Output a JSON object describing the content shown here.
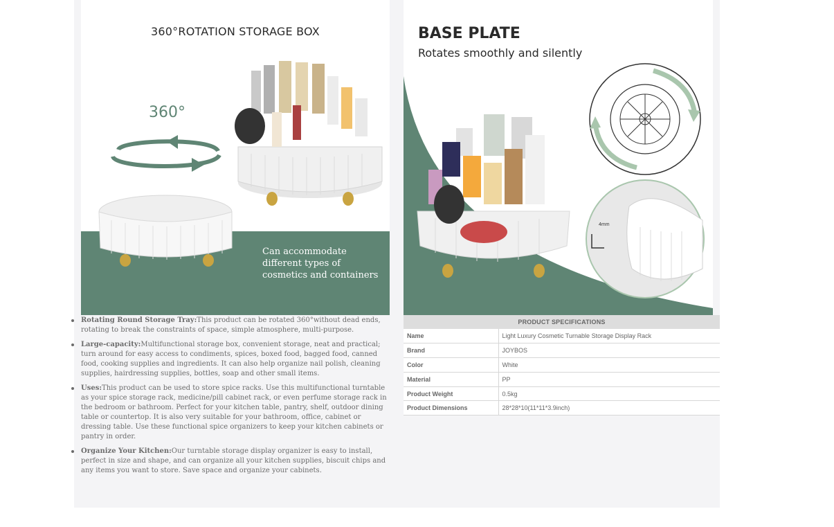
{
  "left_image": {
    "title": "360°ROTATION STORAGE BOX",
    "degree_label": "360°",
    "caption": "Can accommodate different types of cosmetics and containers",
    "colors": {
      "green": "#5f8574"
    }
  },
  "right_image": {
    "title": "BASE PLATE",
    "subtitle": "Rotates smoothly and silently",
    "thickness_label": "4mm",
    "colors": {
      "green": "#5f8574",
      "arrow": "#a9c6ad"
    }
  },
  "features": [
    {
      "label": "Rotating Round Storage Tray:",
      "text": "This product can be rotated 360°without dead ends, rotating to break the constraints of space, simple atmosphere, multi-purpose."
    },
    {
      "label": "Large-capacity:",
      "text": "Multifunctional storage box, convenient storage, neat and practical; turn around for easy access to condiments, spices, boxed food, bagged food, canned food, cooking supplies and ingredients. It can also help organize nail polish, cleaning supplies, hairdressing supplies, bottles, soap and other small items."
    },
    {
      "label": "Uses:",
      "text": "This product can be used to store spice racks. Use this multifunctional turntable as your spice storage rack, medicine/pill cabinet rack, or even perfume storage rack in the bedroom or bathroom. Perfect for your kitchen table, pantry, shelf, outdoor dining table or countertop. It is also very suitable for your bathroom, office, cabinet or dressing table. Use these functional spice organizers to keep your kitchen cabinets or pantry in order."
    },
    {
      "label": "Organize Your Kitchen:",
      "text": "Our turntable storage display organizer is easy to install, perfect in size and shape, and can organize all your kitchen supplies, biscuit chips and any items you want to store. Save space and organize your cabinets."
    }
  ],
  "specs": {
    "header": "PRODUCT SPECIFICATIONS",
    "rows": [
      {
        "key": "Name",
        "value": "Light Luxury Cosmetic Turnable Storage Display Rack"
      },
      {
        "key": "Brand",
        "value": "JOYBOS"
      },
      {
        "key": "Color",
        "value": "White"
      },
      {
        "key": "Material",
        "value": "PP"
      },
      {
        "key": "Product Weight",
        "value": "0.5kg"
      },
      {
        "key": "Product Dimensions",
        "value": "28*28*10(11*11*3.9inch)"
      }
    ]
  }
}
